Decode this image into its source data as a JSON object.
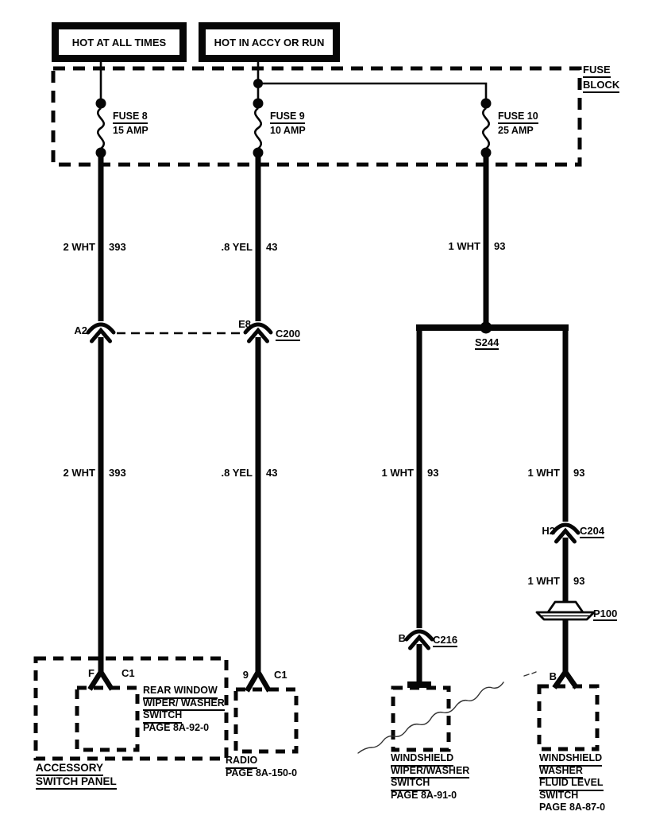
{
  "power_labels": {
    "hot_all_times": "HOT AT ALL TIMES",
    "hot_accy_run": "HOT IN ACCY OR RUN"
  },
  "fuse_block": {
    "label_line1": "FUSE",
    "label_line2": "BLOCK",
    "fuse8": {
      "name": "FUSE 8",
      "rating": "15 AMP"
    },
    "fuse9": {
      "name": "FUSE 9",
      "rating": "10 AMP"
    },
    "fuse10": {
      "name": "FUSE 10",
      "rating": "25 AMP"
    }
  },
  "wire_labels": {
    "wht393": {
      "gauge": "2 WHT",
      "circuit": "393"
    },
    "yel43": {
      "gauge": ".8 YEL",
      "circuit": "43"
    },
    "wht93": {
      "gauge": "1 WHT",
      "circuit": "93"
    }
  },
  "connectors": {
    "a2": {
      "pin": "A2"
    },
    "c200": {
      "pin": "E8",
      "name": "C200"
    },
    "s244": {
      "name": "S244"
    },
    "c204": {
      "pin": "H2",
      "name": "C204"
    },
    "p100": {
      "name": "P100"
    },
    "c216": {
      "pin": "B",
      "name": "C216"
    },
    "rear_window_conn": {
      "pin": "F",
      "name": "C1"
    },
    "radio_conn": {
      "pin": "9",
      "name": "C1"
    },
    "fluid_conn": {
      "pin": "B"
    }
  },
  "components": {
    "accessory_panel": {
      "line1": "ACCESSORY",
      "line2": "SWITCH PANEL"
    },
    "rear_window_switch": {
      "line1": "REAR WINDOW",
      "line2": "WIPER/ WASHER",
      "line3": "SWITCH",
      "page": "PAGE 8A-92-0"
    },
    "radio": {
      "line1": "RADIO",
      "page": "PAGE 8A-150-0"
    },
    "wiper_washer_switch": {
      "line1": "WINDSHIELD",
      "line2": "WIPER/WASHER",
      "line3": "SWITCH",
      "page": "PAGE 8A-91-0"
    },
    "washer_fluid_switch": {
      "line1": "WINDSHIELD",
      "line2": "WASHER",
      "line3": "FLUID LEVEL",
      "line4": "SWITCH",
      "page": "PAGE 8A-87-0"
    }
  },
  "colors": {
    "ink": "#050505",
    "paper": "#ffffff"
  }
}
